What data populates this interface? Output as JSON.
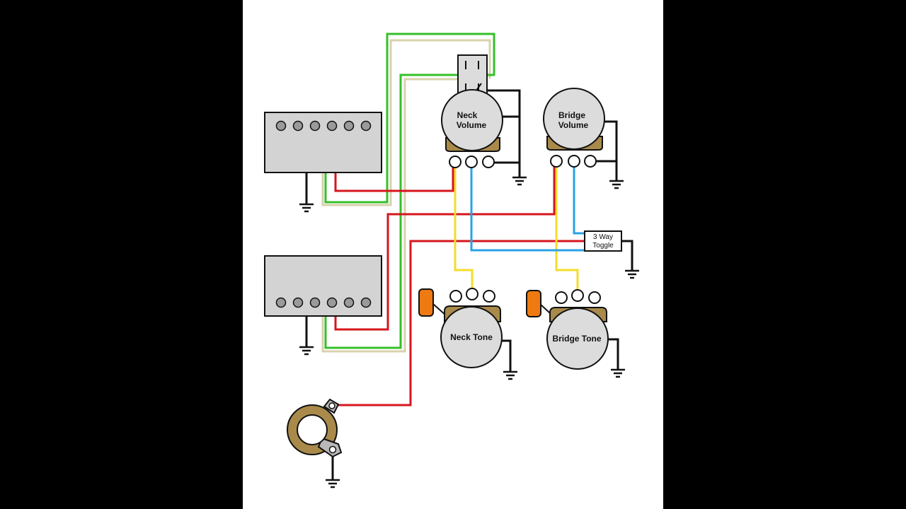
{
  "diagram": {
    "labels": {
      "neck_volume_line1": "Neck",
      "neck_volume_line2": "Volume",
      "bridge_volume_line1": "Bridge",
      "bridge_volume_line2": "Volume",
      "neck_tone": "Neck Tone",
      "bridge_tone": "Bridge Tone",
      "toggle_line1": "3 Way",
      "toggle_line2": "Toggle"
    },
    "colors": {
      "background_bars": "#000000",
      "panel": "#ffffff",
      "pickup_body": "#d3d3d3",
      "pole_piece": "#9a9a9a",
      "pot_body": "#dcdcdc",
      "pot_base": "#a98a4a",
      "capacitor": "#ee7a11",
      "wire_red": "#d6161d",
      "wire_green": "#36c02a",
      "wire_beige": "#d8d2ad",
      "wire_yellow": "#f4dc2a",
      "wire_blue": "#2aa2e6",
      "wire_black": "#111111",
      "switch_body": "#dcdcdc"
    },
    "icons": [
      "pickup-icon",
      "potentiometer-icon",
      "capacitor-icon",
      "ground-icon",
      "output-jack-icon",
      "toggle-switch-icon",
      "push-pull-switch-icon"
    ]
  }
}
